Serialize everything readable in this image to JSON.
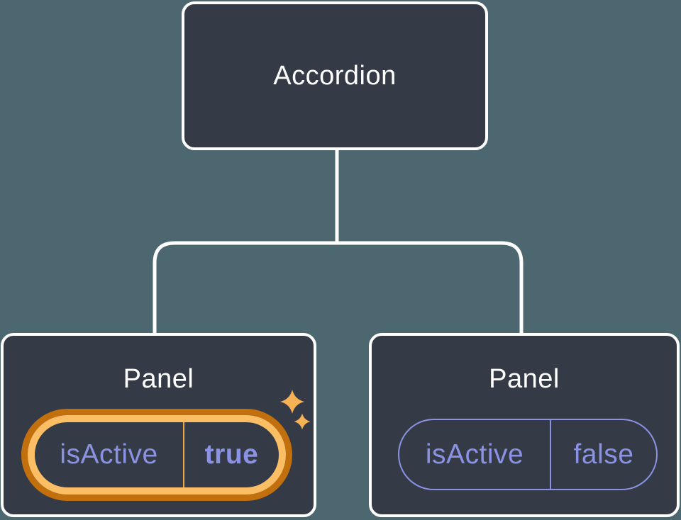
{
  "tree": {
    "root": {
      "label": "Accordion"
    },
    "children": [
      {
        "label": "Panel",
        "state": {
          "key": "isActive",
          "value": "true"
        },
        "highlighted": true
      },
      {
        "label": "Panel",
        "state": {
          "key": "isActive",
          "value": "false"
        },
        "highlighted": false
      }
    ]
  },
  "colors": {
    "background": "#4C6770",
    "node-fill": "#343A46",
    "node-border": "#FFFFFF",
    "text-primary": "#FFFFFF",
    "accent-purple": "#8B92E3",
    "highlight-outer": "#C26F0E",
    "highlight-inner": "#FBBE64",
    "highlight-divider": "#EDA441",
    "sparkle": "#F7B255"
  },
  "icons": {
    "sparkle": "sparkle-icon"
  }
}
